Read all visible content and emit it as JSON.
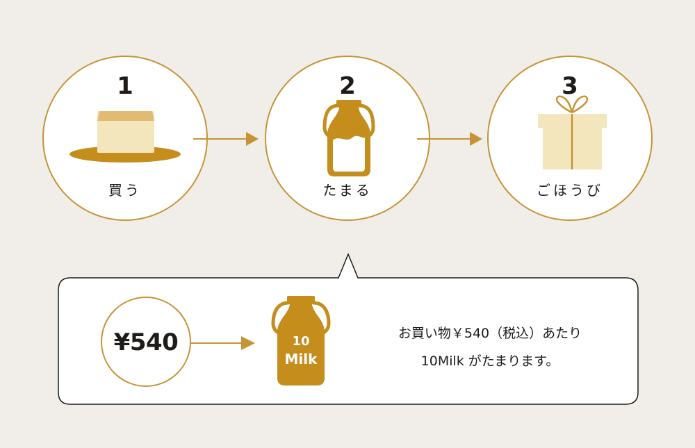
{
  "steps": [
    {
      "number": "1",
      "label": "買う",
      "icon": "cake-icon"
    },
    {
      "number": "2",
      "label": "たまる",
      "icon": "milk-bottle-icon"
    },
    {
      "number": "3",
      "label": "ごほうび",
      "icon": "gift-box-icon"
    }
  ],
  "detail": {
    "price": "¥540",
    "milk_amount": "10",
    "milk_unit": "Milk",
    "description_line1": "お買い物￥540（税込）あたり",
    "description_line2": "10Milk がたまります。"
  },
  "colors": {
    "background": "#f1ede8",
    "accent": "#c69335",
    "milk_gold": "#c48d1c",
    "cake_cream": "#f4e6bc",
    "cake_top": "#e2bb73",
    "gift_cream": "#f4e6bc"
  }
}
